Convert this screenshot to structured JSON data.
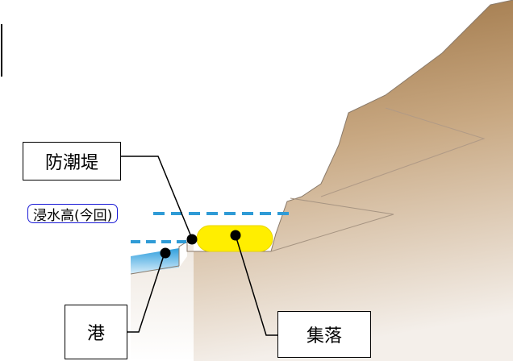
{
  "labels": {
    "seawall": "防潮堤",
    "flood_height": "浸水高(今回)",
    "port": "港",
    "village": "集落"
  },
  "colors": {
    "flood_line": "#2f9bd6",
    "sea": "#35a8e0",
    "village_fill": "#ffee00",
    "mountain_dark": "#9a7040",
    "mountain_light": "#f2ece6",
    "label_border": "#000000",
    "flood_label_border": "#1a1ad6"
  }
}
